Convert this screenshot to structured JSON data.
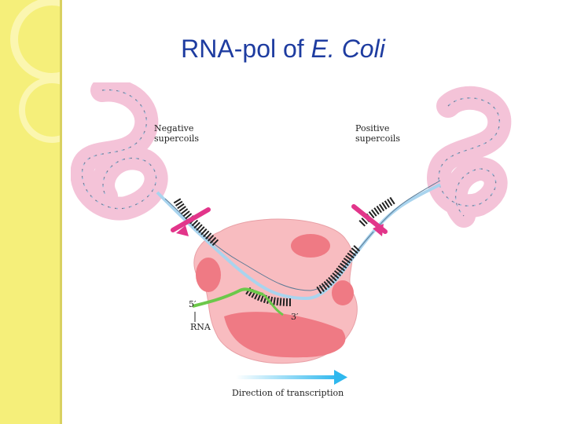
{
  "slide": {
    "title_prefix": "RNA-pol of ",
    "title_italic": "E. Coli"
  },
  "diagram": {
    "negative_supercoils_label": "Negative supercoils",
    "positive_supercoils_label": "Positive supercoils",
    "five_prime_label": "5′",
    "three_prime_label": "3′",
    "rna_label": "RNA",
    "direction_label": "Direction of transcription"
  },
  "colors": {
    "sidebar": "#f5ef7a",
    "title": "#1e3ca0",
    "supercoil": "#f4c3d8",
    "polymerase": "#f8bcc0",
    "polymerase_blobs": "#ef7a84",
    "dna_strand": "#a9d4ee",
    "rna": "#6cc84a",
    "topoisomerase": "#e2358a",
    "arrow": "#2fb8ee"
  }
}
